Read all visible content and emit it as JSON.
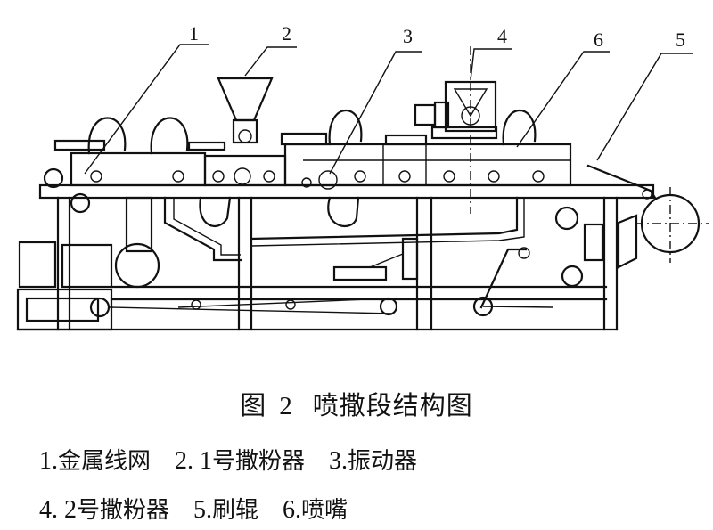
{
  "figure": {
    "title_prefix": "图",
    "number": "2",
    "title": "喷撒段结构图"
  },
  "callouts": [
    {
      "id": "1",
      "label": "1"
    },
    {
      "id": "2",
      "label": "2"
    },
    {
      "id": "3",
      "label": "3"
    },
    {
      "id": "4",
      "label": "4"
    },
    {
      "id": "6",
      "label": "6"
    },
    {
      "id": "5",
      "label": "5"
    }
  ],
  "legend": {
    "rows": [
      [
        {
          "num": "1.",
          "name": "金属线网"
        },
        {
          "num": "2. 1",
          "name": "号撒粉器"
        },
        {
          "num": "3.",
          "name": "振动器"
        }
      ],
      [
        {
          "num": "4. 2",
          "name": "号撒粉器"
        },
        {
          "num": "5.",
          "name": "刷辊"
        },
        {
          "num": "6.",
          "name": "喷嘴"
        }
      ]
    ]
  }
}
